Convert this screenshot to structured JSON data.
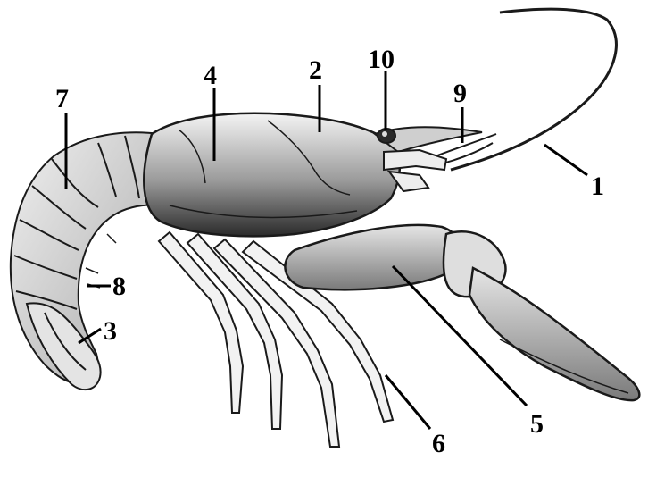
{
  "colors": {
    "ink": "#1a1a1a",
    "shade": "#3a3a3a",
    "paper": "#ffffff"
  },
  "labels": [
    {
      "id": "1",
      "text": "1"
    },
    {
      "id": "2",
      "text": "2"
    },
    {
      "id": "3",
      "text": "3"
    },
    {
      "id": "4",
      "text": "4"
    },
    {
      "id": "5",
      "text": "5"
    },
    {
      "id": "6",
      "text": "6"
    },
    {
      "id": "7",
      "text": "7"
    },
    {
      "id": "8",
      "text": "8"
    },
    {
      "id": "9",
      "text": "9"
    },
    {
      "id": "10",
      "text": "10"
    }
  ]
}
